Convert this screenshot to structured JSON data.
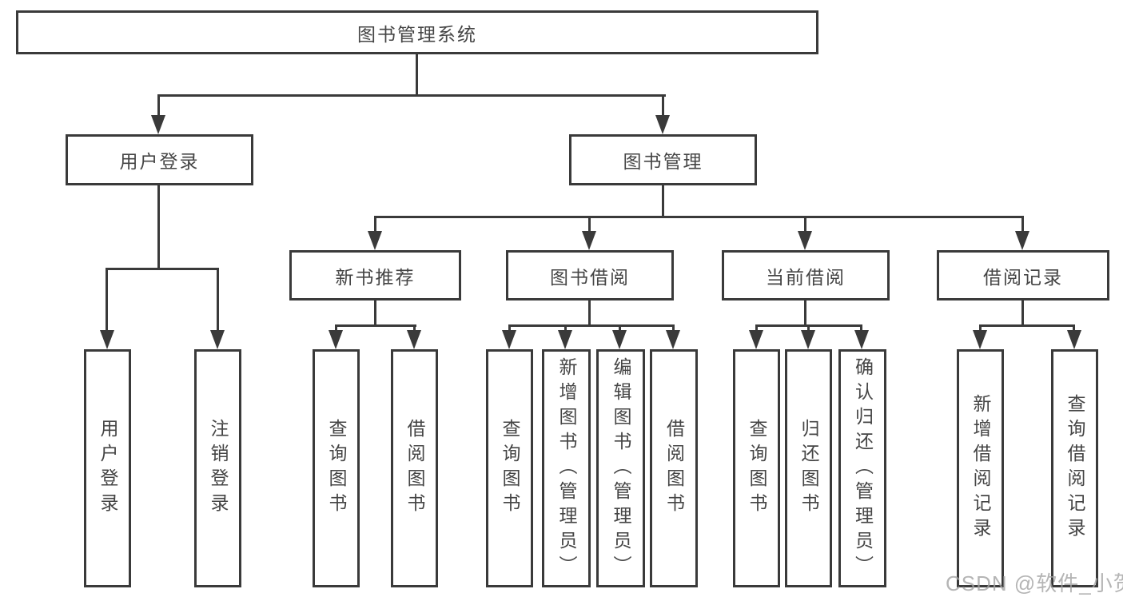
{
  "diagram_type": "hierarchy-flowchart",
  "colors": {
    "line": "#3a3a3a",
    "box_border": "#3a3a3a",
    "text": "#454545",
    "background": "#ffffff",
    "watermark_text_color": "#a3a3a3"
  },
  "root": {
    "label": "图书管理系统"
  },
  "login": {
    "label": "用户登录",
    "leaves": [
      {
        "label": "用户登录"
      },
      {
        "label": "注销登录"
      }
    ]
  },
  "management": {
    "label": "图书管理",
    "sections": [
      {
        "label": "新书推荐",
        "leaves": [
          {
            "label": "查询图书"
          },
          {
            "label": "借阅图书"
          }
        ]
      },
      {
        "label": "图书借阅",
        "leaves": [
          {
            "label": "查询图书"
          },
          {
            "label": "新增图书（管理员）"
          },
          {
            "label": "编辑图书（管理员）"
          },
          {
            "label": "借阅图书"
          }
        ]
      },
      {
        "label": "当前借阅",
        "leaves": [
          {
            "label": "查询图书"
          },
          {
            "label": "归还图书"
          },
          {
            "label": "确认归还（管理员）"
          }
        ]
      },
      {
        "label": "借阅记录",
        "leaves": [
          {
            "label": "新增借阅记录"
          },
          {
            "label": "查询借阅记录"
          }
        ]
      }
    ]
  },
  "watermark": {
    "text": "CSDN @软件_小贺同学"
  }
}
